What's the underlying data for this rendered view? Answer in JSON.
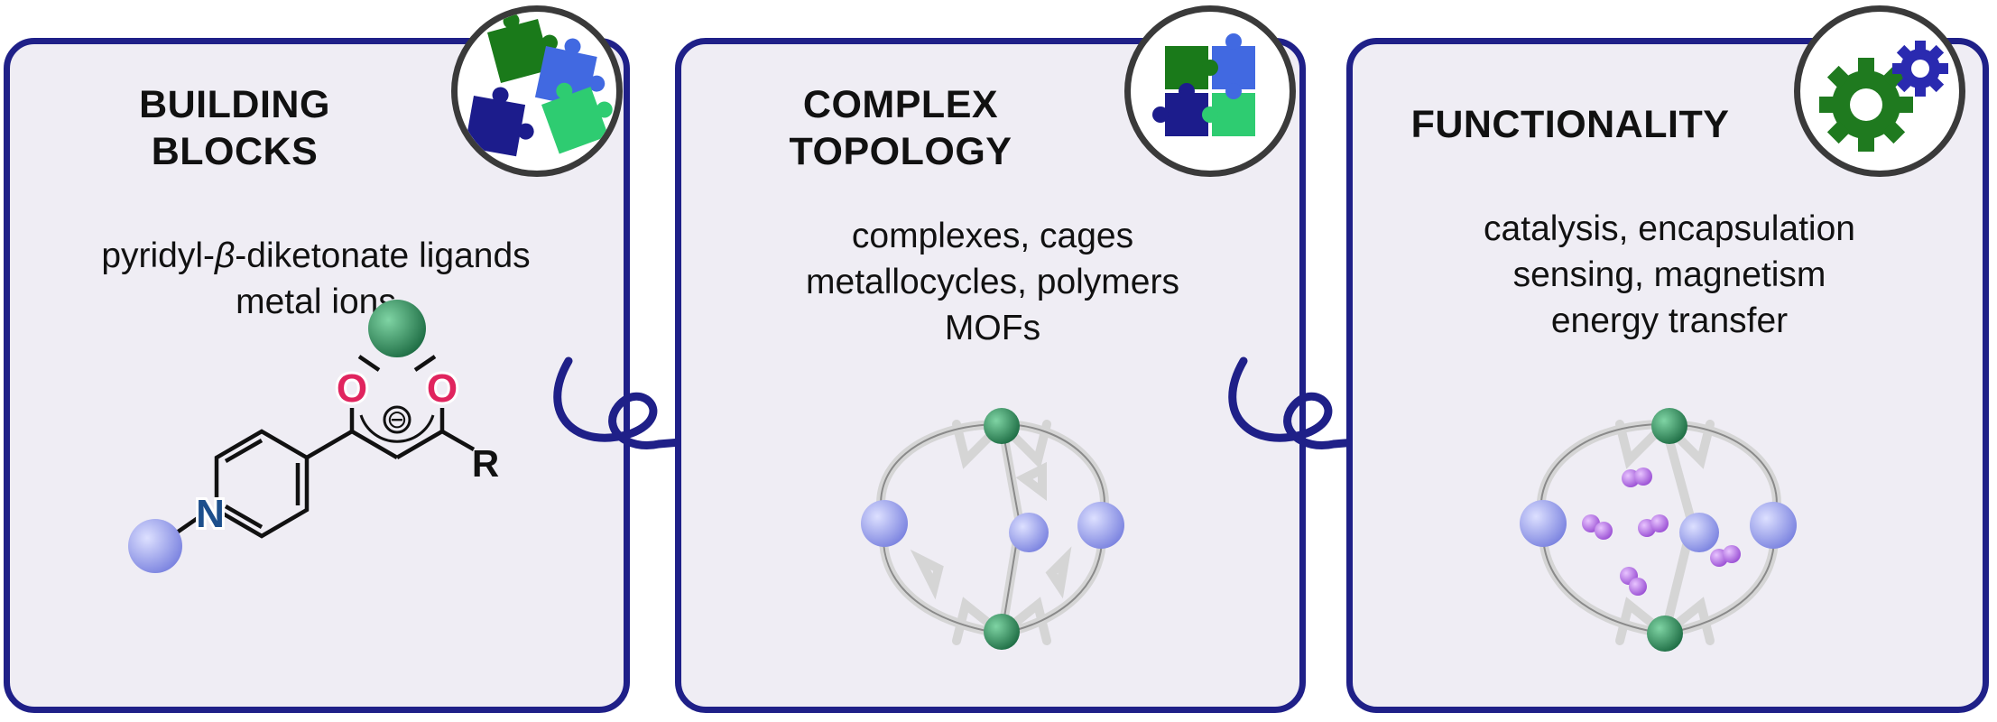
{
  "panels": [
    {
      "title": "BUILDING\nBLOCKS",
      "subtitle_prefix": "pyridyl-",
      "subtitle_beta": "β",
      "subtitle_suffix": "-diketonate ligands",
      "subtitle_line2": "metal ions",
      "icon": "puzzle-pieces-icon",
      "structure": {
        "atoms": [
          "O",
          "O",
          "N",
          "R"
        ],
        "charge": "⊖"
      }
    },
    {
      "title": "COMPLEX\nTOPOLOGY",
      "subtitle": "complexes, cages\nmetallocycles, polymers\nMOFs",
      "icon": "assembled-puzzle-icon"
    },
    {
      "title": "FUNCTIONALITY",
      "subtitle": "catalysis, encapsulation\nsensing, magnetism\nenergy transfer",
      "icon": "gears-icon"
    }
  ],
  "colors": {
    "border": "#1f2088",
    "panel_bg": "#efedf4",
    "green_metal": "#2e8b57",
    "blue_metal": "#9ea6f0",
    "oxygen": "#e0245e",
    "nitrogen": "#1d4f8c",
    "guest": "#b06ee0",
    "puzzle_dark_green": "#1a7a1a",
    "puzzle_blue": "#4169e1",
    "puzzle_navy": "#1c1c8c",
    "puzzle_light_green": "#2ecc71",
    "gear_green": "#1f7a1f",
    "gear_blue": "#2a2ab0"
  }
}
